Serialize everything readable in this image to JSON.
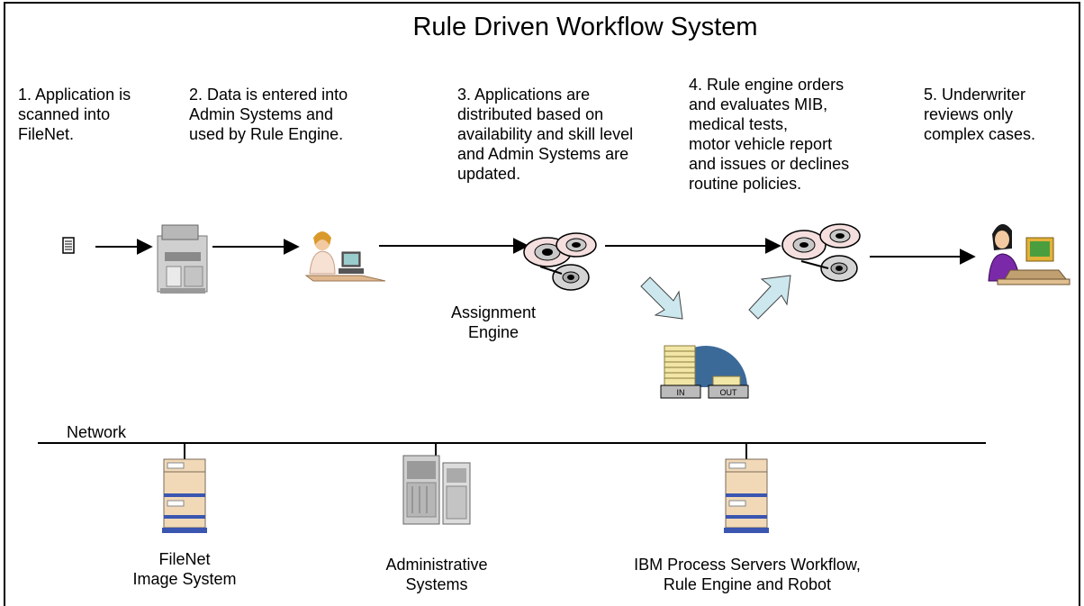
{
  "title": "Rule Driven Workflow System",
  "steps": [
    "1. Application is\nscanned  into\nFileNet.",
    "2. Data is entered into\nAdmin Systems and\nused by Rule Engine.",
    "3. Applications are\ndistributed based on\navailability and skill level\nand  Admin Systems are\n updated.",
    "4. Rule engine orders\nand evaluates MIB,\nmedical tests,\nmotor vehicle report\nand issues or declines\nroutine policies.",
    "5. Underwriter\nreviews only\ncomplex cases."
  ],
  "assignment_engine_label": "Assignment\nEngine",
  "inbox_labels": {
    "in": "IN",
    "out": "OUT"
  },
  "network_label": "Network",
  "servers": [
    {
      "label": "FileNet\nImage System"
    },
    {
      "label": "Administrative\nSystems"
    },
    {
      "label": "IBM Process Servers Workflow,\nRule Engine and Robot"
    }
  ],
  "colors": {
    "accent_arrow": "#cce8ee",
    "globe": "#3b6a99",
    "paper": "#f1e6a6",
    "server": "#f1d9b8"
  }
}
